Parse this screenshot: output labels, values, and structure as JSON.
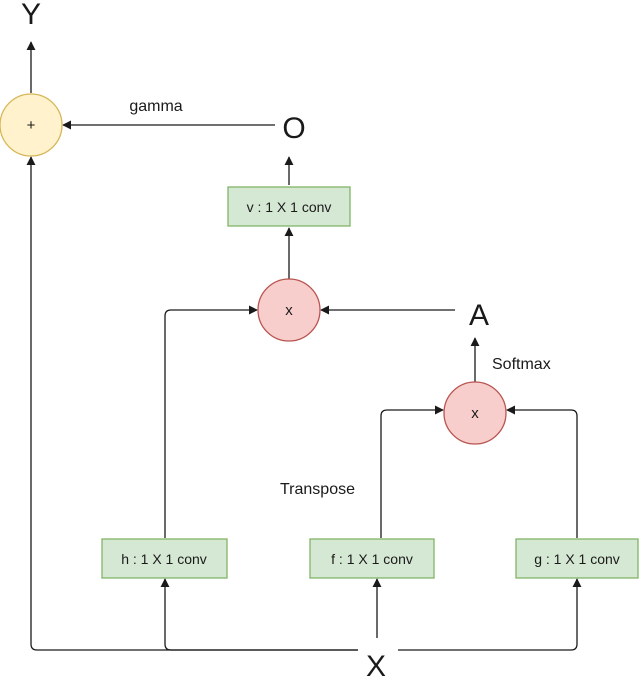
{
  "colors": {
    "conv_fill": "#d5e8d4",
    "conv_stroke": "#82b366",
    "mult_fill": "#f8cecc",
    "mult_stroke": "#b85450",
    "add_fill": "#fff2cc",
    "add_stroke": "#d6b656",
    "edge": "#1a1a1a"
  },
  "nodes": {
    "output_y": "Y",
    "add": "+",
    "o": "O",
    "v_conv": "v : 1 X 1 conv",
    "mult_top": "x",
    "a": "A",
    "mult_bottom": "x",
    "h_conv": "h : 1 X 1 conv",
    "f_conv": "f : 1 X 1 conv",
    "g_conv": "g : 1 X 1 conv",
    "input_x": "X"
  },
  "edge_labels": {
    "gamma": "gamma",
    "softmax": "Softmax",
    "transpose": "Transpose"
  }
}
